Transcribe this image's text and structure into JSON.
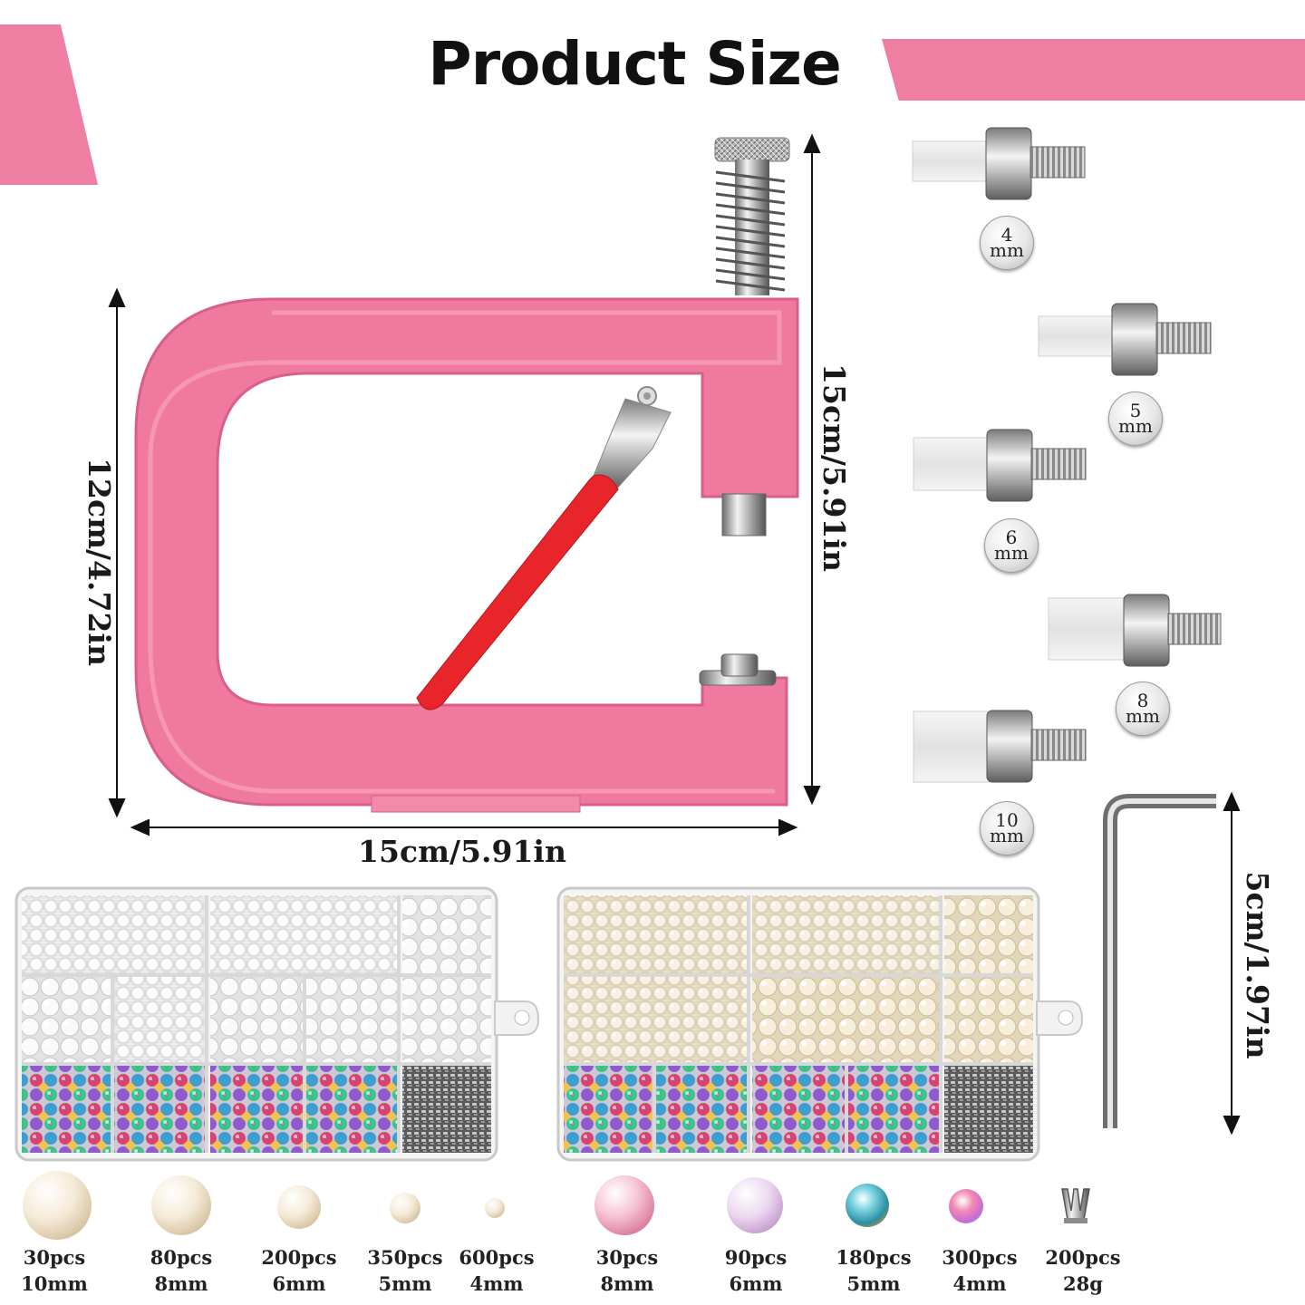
{
  "header": {
    "title": "Product Size"
  },
  "dimensions": {
    "tool_height": "12cm/4.72in",
    "tool_width": "15cm/5.91in",
    "tool_depth": "15cm/5.91in",
    "wrench_length": "5cm/1.97in"
  },
  "dies": [
    {
      "size": "4",
      "unit": "mm"
    },
    {
      "size": "5",
      "unit": "mm"
    },
    {
      "size": "6",
      "unit": "mm"
    },
    {
      "size": "8",
      "unit": "mm"
    },
    {
      "size": "10",
      "unit": "mm"
    }
  ],
  "colors": {
    "accent": "#ef7fa2",
    "tool_body": "#f07a9f",
    "handle": "#e8252b"
  },
  "pearl_items": [
    {
      "count": "30pcs",
      "size": "10mm"
    },
    {
      "count": "80pcs",
      "size": "8mm"
    },
    {
      "count": "200pcs",
      "size": "6mm"
    },
    {
      "count": "350pcs",
      "size": "5mm"
    },
    {
      "count": "600pcs",
      "size": "4mm"
    },
    {
      "count": "30pcs",
      "size": "8mm"
    },
    {
      "count": "90pcs",
      "size": "6mm"
    },
    {
      "count": "180pcs",
      "size": "5mm"
    },
    {
      "count": "300pcs",
      "size": "4mm"
    },
    {
      "count": "200pcs",
      "size": "28g"
    }
  ]
}
